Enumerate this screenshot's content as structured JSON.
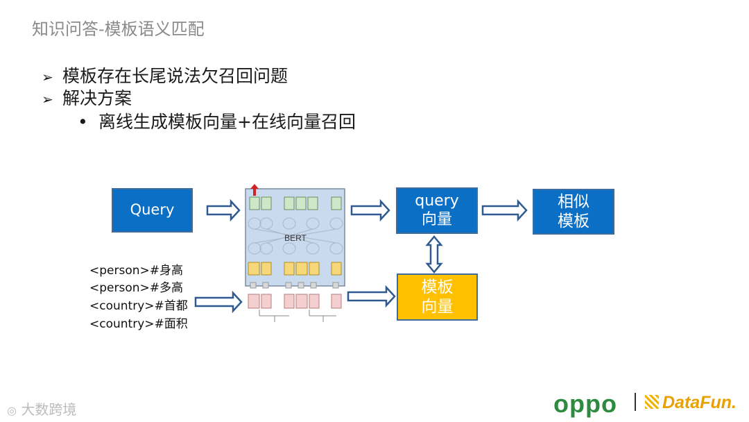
{
  "title": "知识问答-模板语义匹配",
  "bullets": [
    {
      "marker": "➢",
      "text": "模板存在长尾说法欠召回问题"
    },
    {
      "marker": "➢",
      "text": "解决方案"
    },
    {
      "marker": "•",
      "text": "离线生成模板向量+在线向量召回"
    }
  ],
  "diagram": {
    "query_box": "Query",
    "query_vector_box": [
      "query",
      "向量"
    ],
    "similar_template_box": [
      "相似",
      "模板"
    ],
    "template_vector_box": [
      "模板",
      "向量"
    ],
    "bert_label": "BERT",
    "templates": [
      "<person>#身高",
      "<person>#多高",
      "<country>#首都",
      "<country>#面积"
    ]
  },
  "footer": {
    "watermark": "大数跨境",
    "logo_oppo": "oppo",
    "logo_datafun": "DataFun."
  },
  "colors": {
    "box_blue": "#0b6fc5",
    "box_gold": "#ffc000",
    "arrow_blue": "#2e5a8f"
  }
}
